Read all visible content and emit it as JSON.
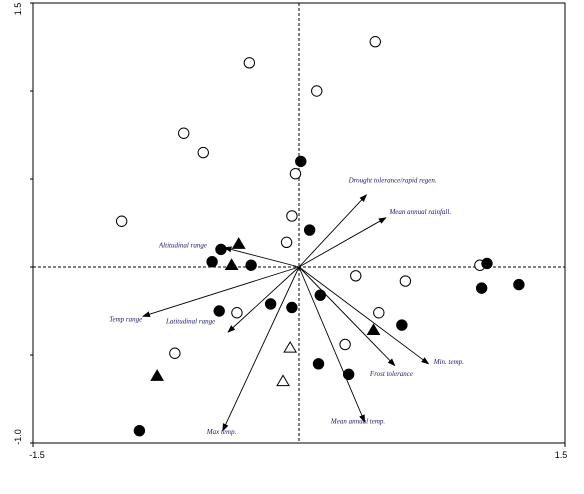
{
  "chart_data": {
    "type": "scatter",
    "title": "",
    "xlabel": "",
    "ylabel": "",
    "xlim": [
      -1.5,
      1.5
    ],
    "ylim": [
      -1.0,
      1.5
    ],
    "x_ticks": [
      -1.5,
      1.5
    ],
    "y_ticks": [
      -1.0,
      1.5
    ],
    "x_tick_labels": [
      "-1.5",
      "1.5"
    ],
    "y_tick_labels": [
      "-1.0",
      "1.5"
    ],
    "grid": false,
    "reference_lines": {
      "x": 0,
      "y": 0,
      "style": "dashed"
    },
    "series": [
      {
        "marker": "open-circle",
        "points": [
          [
            0.43,
            1.28
          ],
          [
            -0.28,
            1.16
          ],
          [
            0.1,
            1.0
          ],
          [
            -0.65,
            0.76
          ],
          [
            -0.54,
            0.65
          ],
          [
            -0.02,
            0.53
          ],
          [
            -1.0,
            0.26
          ],
          [
            -0.04,
            0.29
          ],
          [
            -0.07,
            0.14
          ],
          [
            0.32,
            -0.05
          ],
          [
            0.6,
            -0.08
          ],
          [
            1.02,
            0.01
          ],
          [
            -0.35,
            -0.26
          ],
          [
            0.45,
            -0.26
          ],
          [
            0.26,
            -0.44
          ],
          [
            -0.7,
            -0.49
          ]
        ]
      },
      {
        "marker": "filled-circle",
        "points": [
          [
            0.01,
            0.6
          ],
          [
            0.06,
            0.21
          ],
          [
            -0.44,
            0.1
          ],
          [
            -0.49,
            0.03
          ],
          [
            -0.27,
            0.01
          ],
          [
            1.06,
            0.02
          ],
          [
            1.03,
            -0.12
          ],
          [
            1.24,
            -0.1
          ],
          [
            0.12,
            -0.16
          ],
          [
            -0.16,
            -0.21
          ],
          [
            -0.04,
            -0.23
          ],
          [
            -0.45,
            -0.25
          ],
          [
            0.58,
            -0.33
          ],
          [
            0.11,
            -0.55
          ],
          [
            0.28,
            -0.61
          ],
          [
            -0.9,
            -0.93
          ]
        ]
      },
      {
        "marker": "filled-triangle",
        "points": [
          [
            -0.34,
            0.13
          ],
          [
            -0.38,
            0.01
          ],
          [
            0.42,
            -0.36
          ],
          [
            -0.8,
            -0.62
          ]
        ]
      },
      {
        "marker": "open-triangle",
        "points": [
          [
            -0.05,
            -0.46
          ],
          [
            -0.09,
            -0.65
          ]
        ]
      }
    ],
    "vectors": [
      {
        "label": "Drought tolerance/rapid regen.",
        "x": 0.38,
        "y": 0.41,
        "label_x": 0.28,
        "label_y": 0.48
      },
      {
        "label": "Mean annual rainfall.",
        "x": 0.49,
        "y": 0.28,
        "label_x": 0.51,
        "label_y": 0.3
      },
      {
        "label": "Altitudinal range",
        "x": -0.42,
        "y": 0.11,
        "label_x": -0.79,
        "label_y": 0.11
      },
      {
        "label": "Temp range",
        "x": -0.88,
        "y": -0.28,
        "label_x": -1.07,
        "label_y": -0.31
      },
      {
        "label": "Latitudinal range",
        "x": -0.4,
        "y": -0.37,
        "label_x": -0.75,
        "label_y": -0.32
      },
      {
        "label": "Max temp.",
        "x": -0.43,
        "y": -0.93,
        "label_x": -0.52,
        "label_y": -0.95
      },
      {
        "label": "Mean annual temp.",
        "x": 0.37,
        "y": -0.88,
        "label_x": 0.18,
        "label_y": -0.89
      },
      {
        "label": "Frost tolerance",
        "x": 0.54,
        "y": -0.56,
        "label_x": 0.4,
        "label_y": -0.62
      },
      {
        "label": "Min. temp.",
        "x": 0.73,
        "y": -0.55,
        "label_x": 0.76,
        "label_y": -0.55
      }
    ]
  }
}
